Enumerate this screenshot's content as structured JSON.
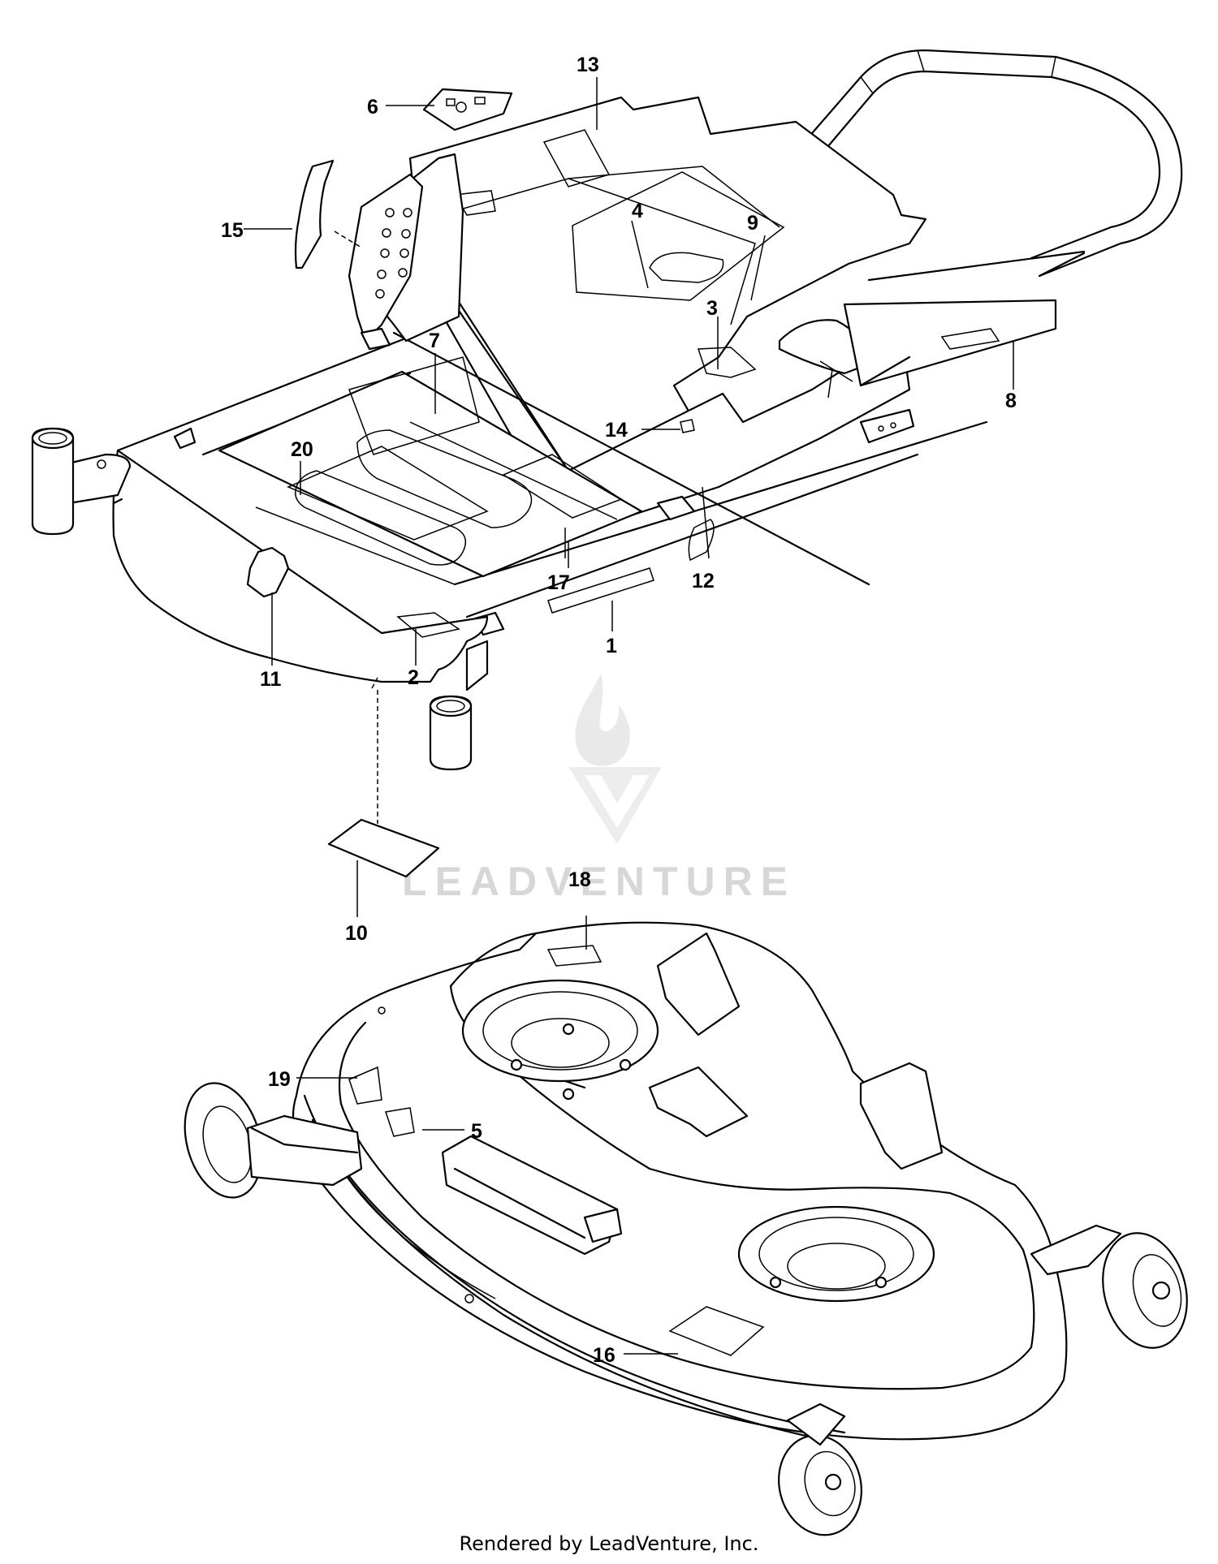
{
  "watermark": {
    "text": "LEADVENTURE"
  },
  "footer": {
    "text": "Rendered by LeadVenture, Inc."
  },
  "callouts": {
    "c1": "1",
    "c2": "2",
    "c3": "3",
    "c4": "4",
    "c5": "5",
    "c6": "6",
    "c7": "7",
    "c8": "8",
    "c9": "9",
    "c10": "10",
    "c11": "11",
    "c12": "12",
    "c13": "13",
    "c14": "14",
    "c15": "15",
    "c16": "16",
    "c17": "17",
    "c18": "18",
    "c19": "19",
    "c20": "20"
  }
}
